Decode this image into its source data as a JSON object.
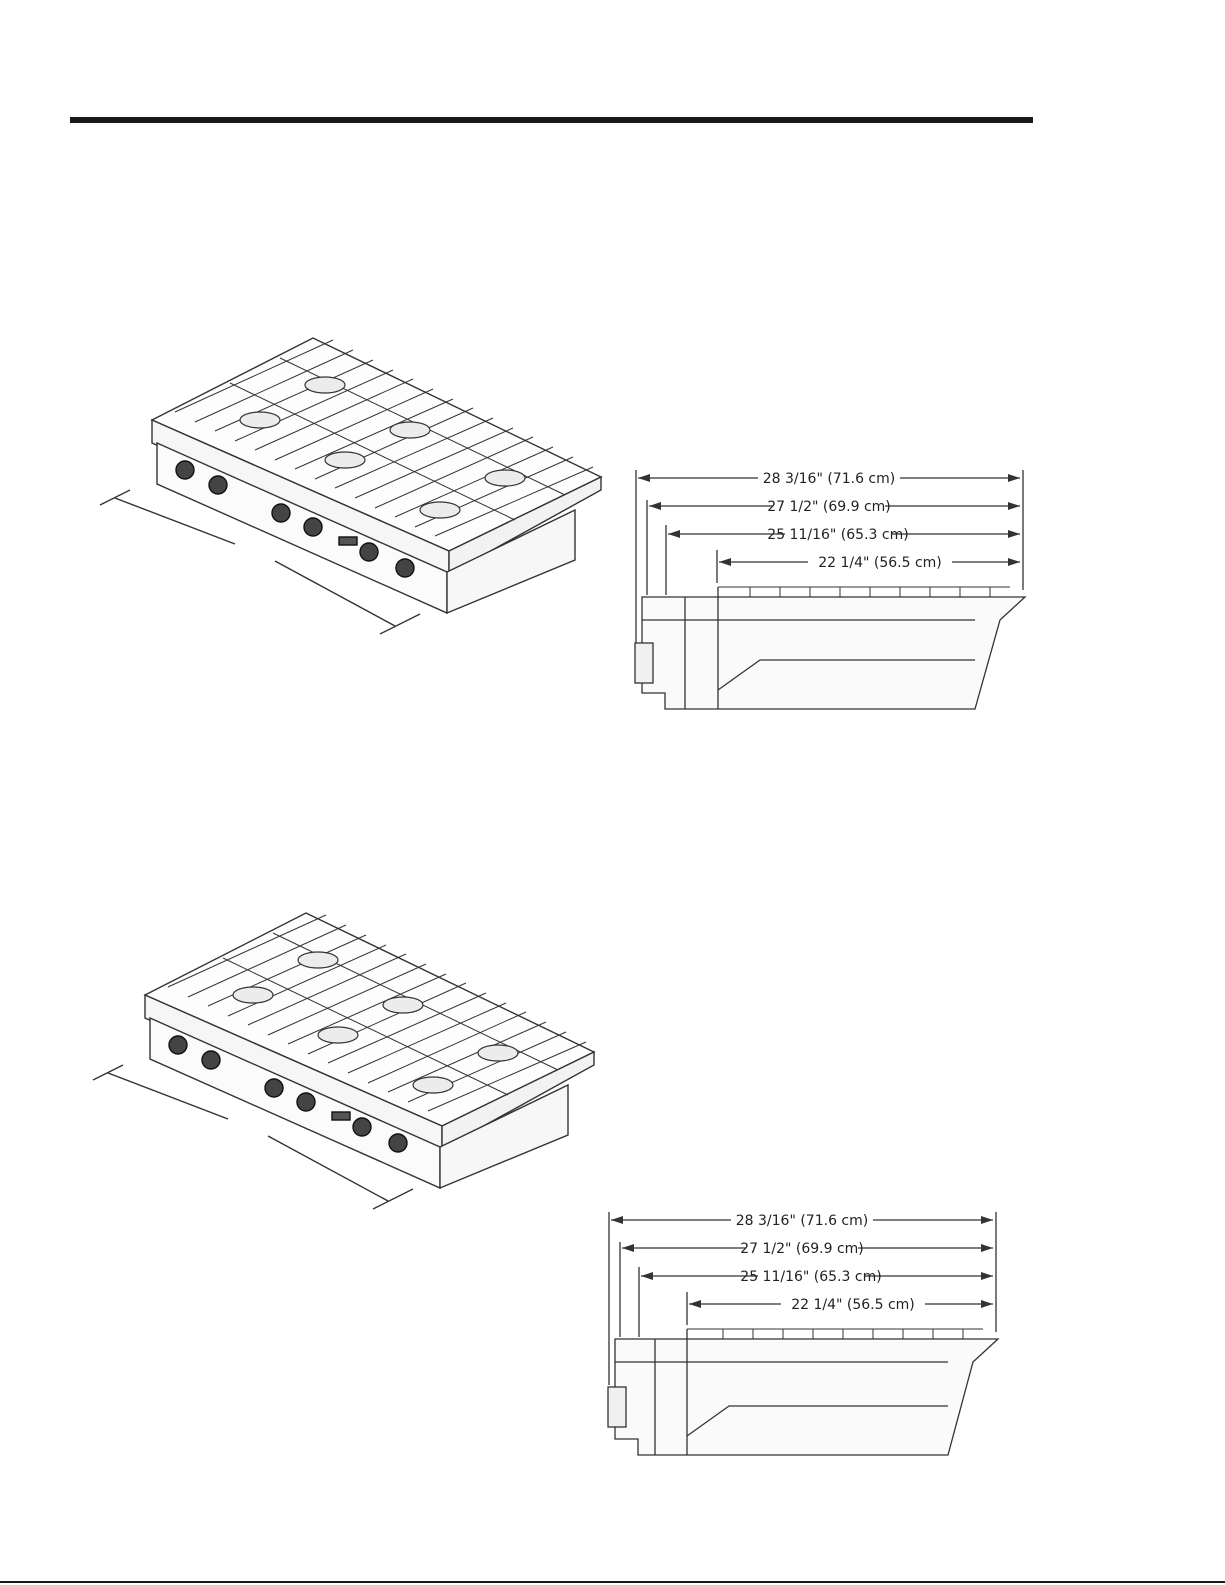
{
  "figures": [
    {
      "id": "a",
      "dimensions": [
        "28 3/16\" (71.6 cm)",
        "27 1/2\" (69.9 cm)",
        "25 11/16\" (65.3 cm)",
        "22 1/4\" (56.5 cm)"
      ]
    },
    {
      "id": "b",
      "dimensions": [
        "28 3/16\" (71.6 cm)",
        "27 1/2\" (69.9 cm)",
        "25 11/16\" (65.3 cm)",
        "22 1/4\" (56.5 cm)"
      ]
    }
  ],
  "colors": {
    "rule": "#1a1a1a",
    "line": "#333333"
  }
}
